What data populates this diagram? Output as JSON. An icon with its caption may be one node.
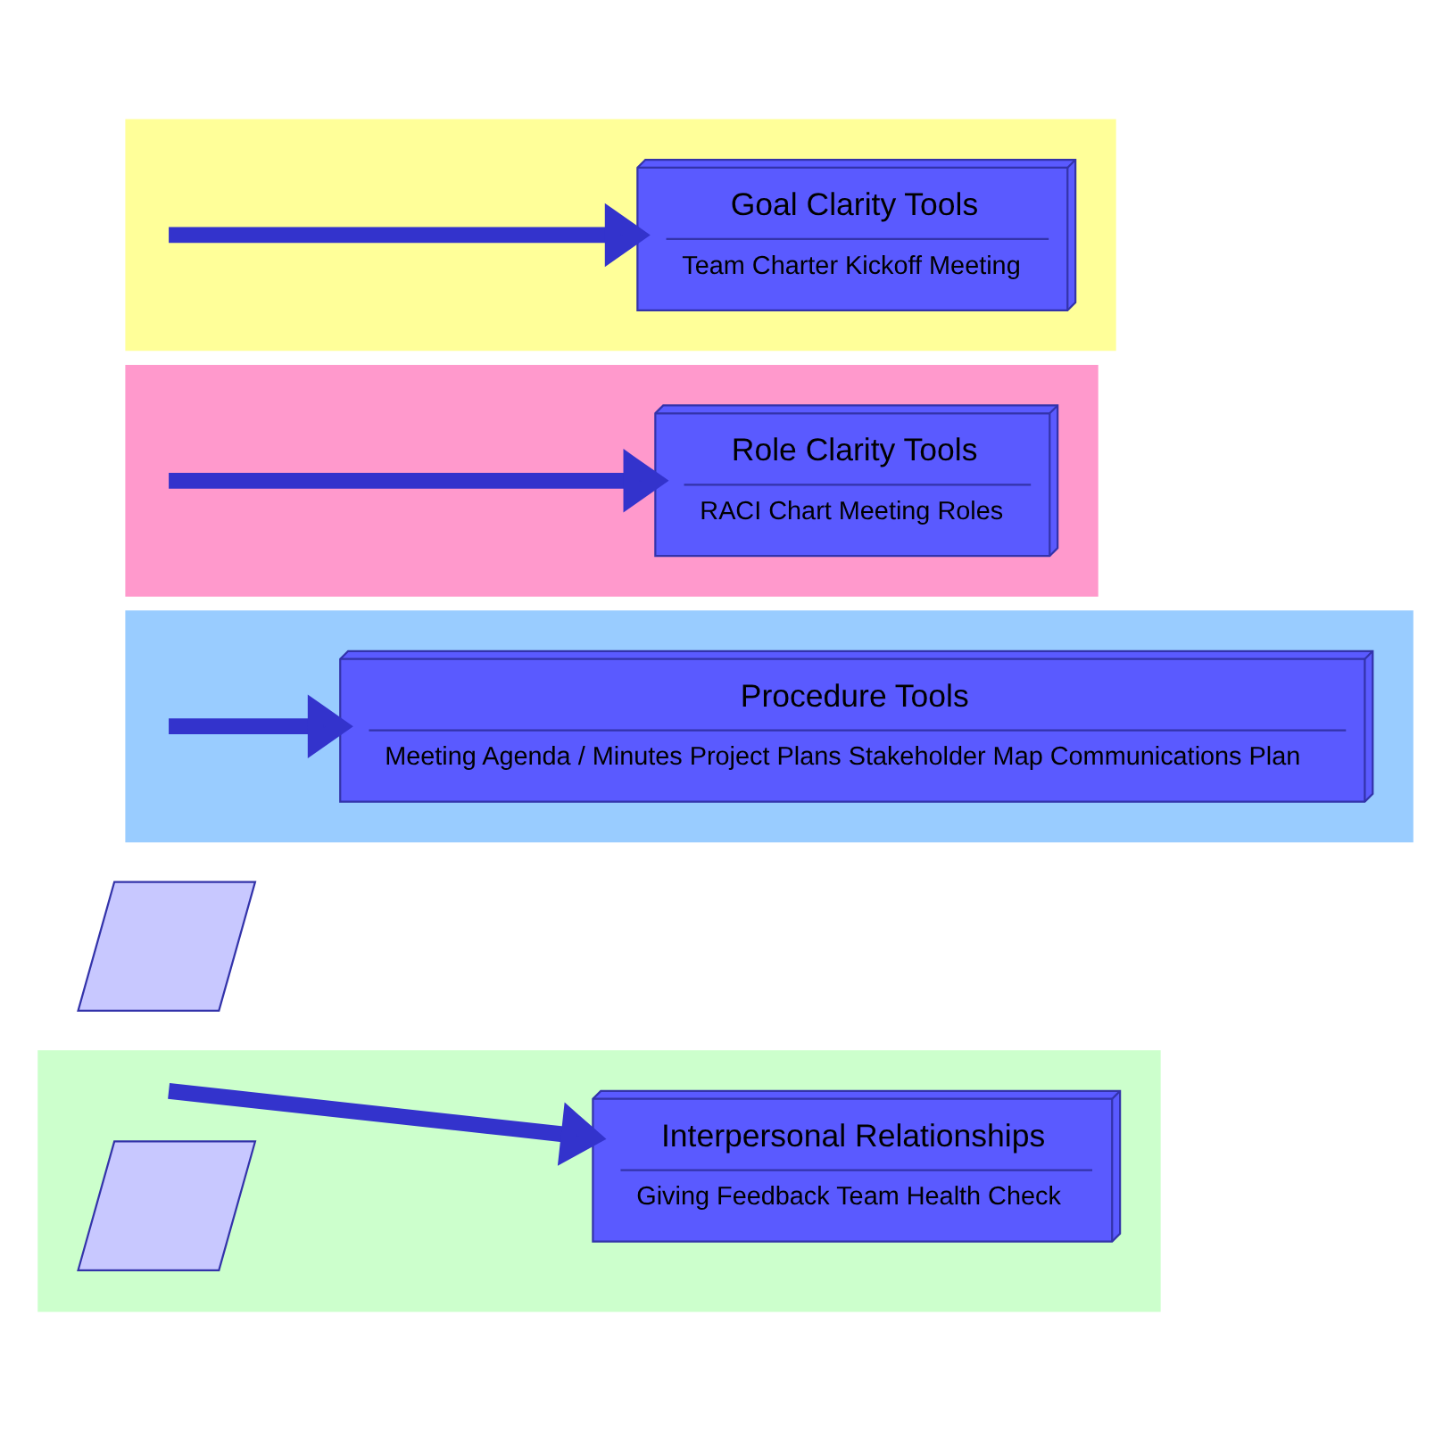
{
  "diagram": {
    "nodes": [
      {
        "text": [],
        "shape": "box"
      },
      {
        "text": [
          "Goal Clarity Tools",
          "Team Charter Kickoff Meeting"
        ],
        "in": 0
      },
      {
        "text": [],
        "shape": "box"
      },
      {
        "text": [
          "Role Clarity Tools",
          "RACI Chart Meeting Roles"
        ],
        "in": 2
      },
      {
        "text": [],
        "shape": "box"
      },
      {
        "text": [
          "Procedure Tools",
          "Meeting Agenda / Minutes Project Plans Stakeholder Map Communications Plan"
        ],
        "in": 4
      },
      {
        "text": [],
        "shape": "parallelogram"
      },
      {
        "text": [],
        "shape": "box"
      },
      {
        "text": [
          "Interpersonal Relationships",
          "Giving Feedback Team Health Check"
        ],
        "in": 7
      },
      {
        "text": [],
        "shape": "parallelogram",
        "in": 7
      }
    ],
    "edges": [
      {
        "from": null,
        "to": 1,
        "arrow": "to"
      },
      {
        "from": null,
        "to": 3,
        "arrow": "to"
      },
      {
        "from": null,
        "to": 5,
        "arrow": "to"
      },
      {
        "from": null,
        "to": 8,
        "arrow": "to"
      }
    ]
  }
}
